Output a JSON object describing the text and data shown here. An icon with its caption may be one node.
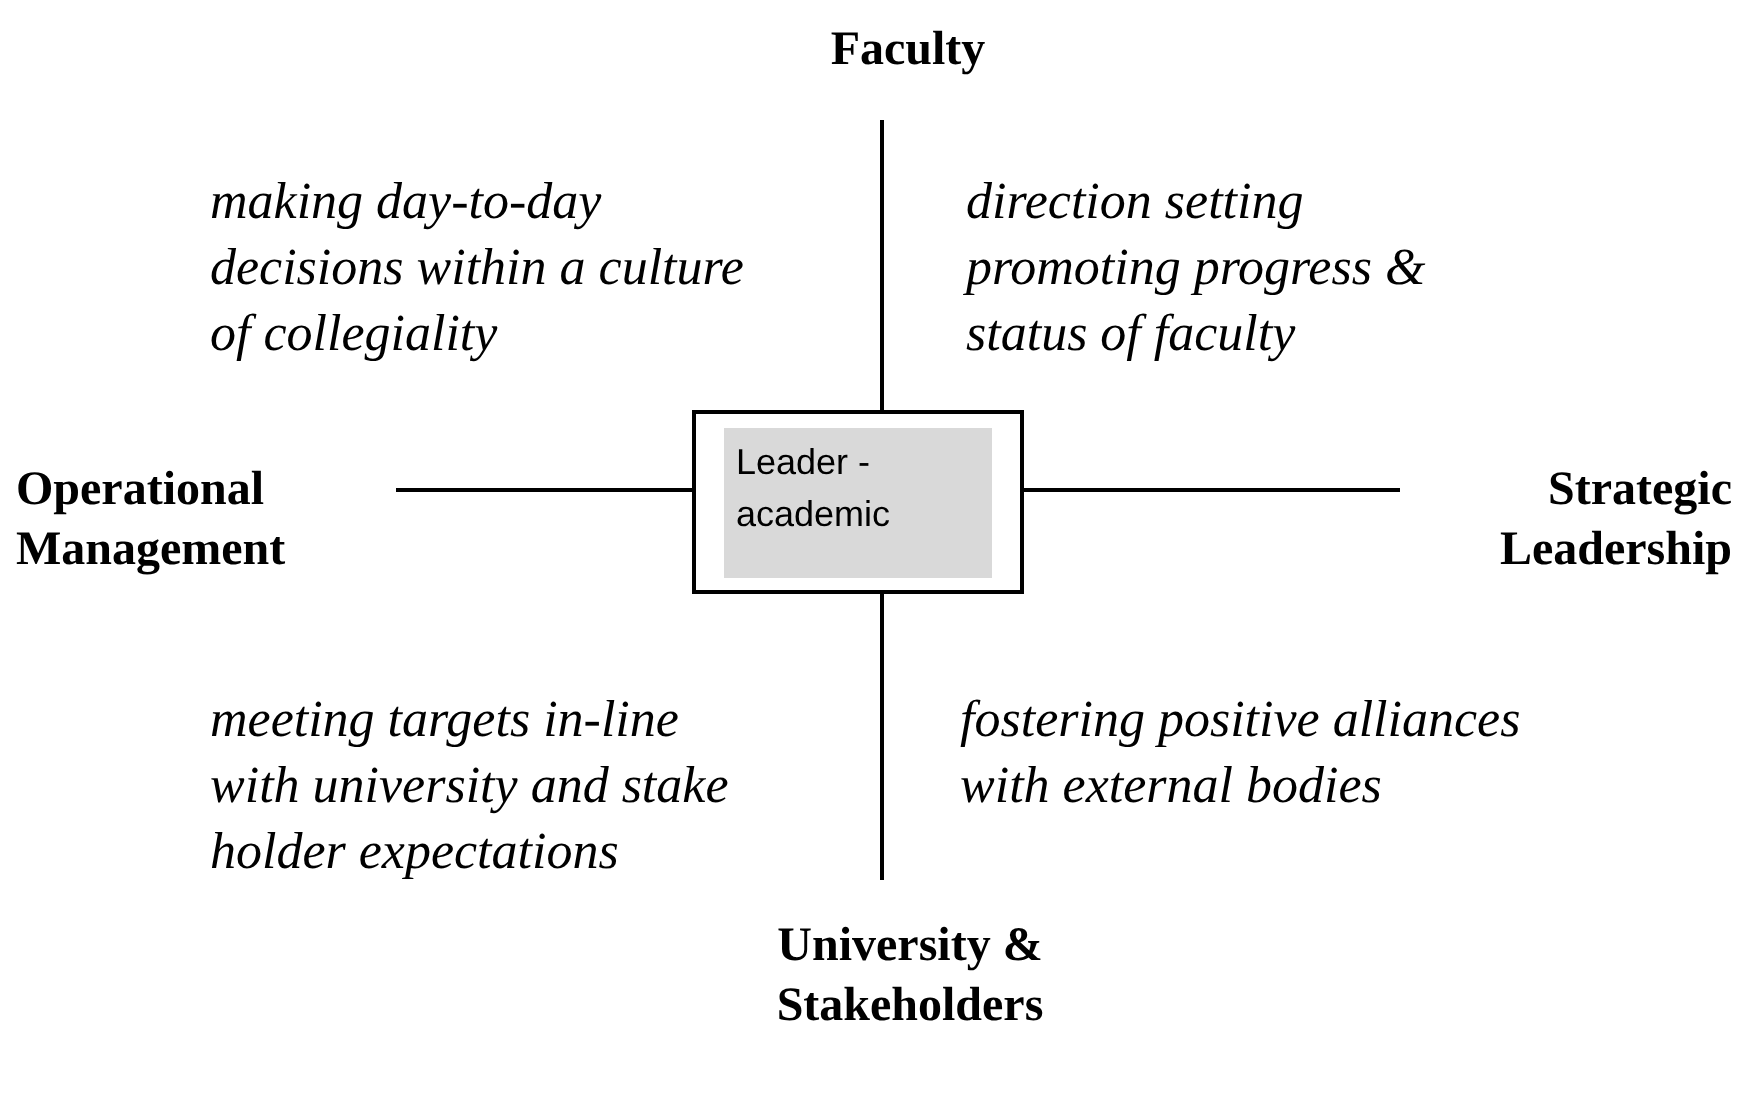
{
  "diagram": {
    "nodes": [
      {
        "text": [
          "Faculty"
        ]
      },
      {
        "text": [
          "Operational Management"
        ]
      },
      {
        "text": [
          "Leader - academic"
        ]
      },
      {
        "text": [
          "Strategic Leadership"
        ]
      },
      {
        "text": [
          "University & Stakeholders"
        ]
      }
    ],
    "edges": [
      {
        "from": 2,
        "to": 0,
        "arrow": "none"
      },
      {
        "from": 2,
        "to": 1,
        "arrow": "none"
      },
      {
        "from": 2,
        "to": 3,
        "arrow": "none"
      },
      {
        "from": 2,
        "to": 4,
        "arrow": "none"
      }
    ],
    "labels": [
      "making day-to-day decisions within a culture of collegiality",
      "direction setting promoting progress & status of faculty",
      "meeting targets in-line with university and stake holder expectations",
      "fostering positive alliances with external bodies"
    ]
  }
}
